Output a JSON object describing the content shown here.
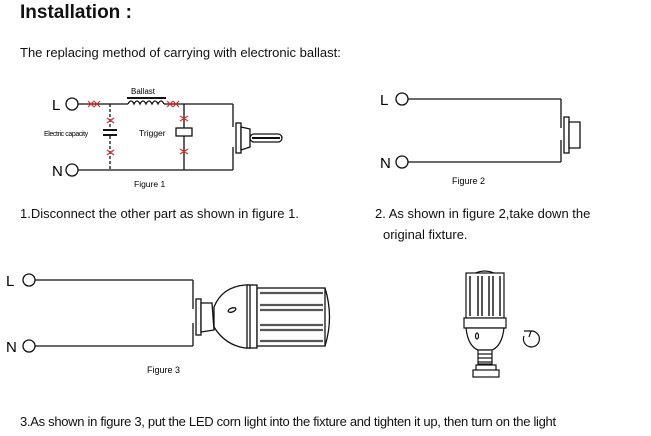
{
  "header": {
    "title": "Installation :",
    "intro": "The replacing method of carrying with electronic ballast:"
  },
  "figures": [
    {
      "caption": "Figure 1",
      "labels": {
        "live": "L",
        "neutral": "N",
        "ballast": "Ballast",
        "capacitor": "Electric capacity",
        "trigger": "Trigger"
      }
    },
    {
      "caption": "Figure 2",
      "labels": {
        "live": "L",
        "neutral": "N"
      }
    },
    {
      "caption": "Figure 3",
      "labels": {
        "live": "L",
        "neutral": "N"
      }
    }
  ],
  "steps": {
    "step1": "1.Disconnect the other part as shown in figure 1.",
    "step2_line1": "2. As shown in figure 2,take down the",
    "step2_line2": "original fixture.",
    "step3": "3.As shown in figure 3, put the LED corn light into the fixture and tighten it up, then turn on the light"
  },
  "colors": {
    "cut_mark": "#d9302f",
    "line": "#111111"
  }
}
